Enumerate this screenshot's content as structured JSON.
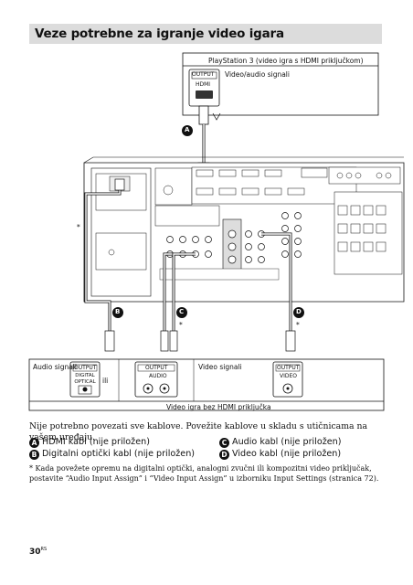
{
  "title": "Veze potrebne za igranje video igara",
  "diagram": {
    "top_box_title": "PlayStation 3 (video igra s HDMI priključkom)",
    "av_signals_label": "Video/audio signali",
    "output_label": "OUTPUT",
    "hdmi_label": "HDMI",
    "audio_signals_label": "Audio signali",
    "video_signals_label": "Video signali",
    "digital_optical_label": "DIGITAL OPTICAL",
    "audio_label": "AUDIO",
    "video_label": "VIDEO",
    "or_label": "ili",
    "bottom_box_title": "Video igra bez HDMI priključka",
    "asterisk": "*",
    "markers": [
      "A",
      "B",
      "C",
      "D"
    ]
  },
  "paragraph": "Nije potrebno povezati sve kablove. Povežite kablove u skladu s utičnicama na vašem uređaju.",
  "legend": [
    {
      "letter": "A",
      "text": "HDMI kabl (nije priložen)"
    },
    {
      "letter": "B",
      "text": "Digitalni optički kabl (nije priložen)"
    },
    {
      "letter": "C",
      "text": "Audio kabl (nije priložen)"
    },
    {
      "letter": "D",
      "text": "Video kabl (nije priložen)"
    }
  ],
  "footnote": "* Kada povežete opremu na digitalni optički, analogni zvučni ili kompozitni video priključak, postavite “Audio Input Assign” i “Video Input Assign” u izborniku Input Settings (stranica 72).",
  "page_number": "30",
  "page_suffix": "RS"
}
